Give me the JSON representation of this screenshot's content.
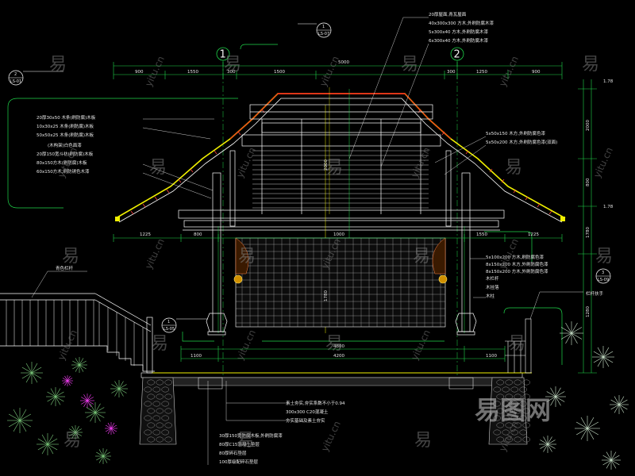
{
  "colors": {
    "green": "#1fd64a",
    "yellow": "#f0f000",
    "red": "#ff2020",
    "white": "#ffffff",
    "cyan": "#00e0e0",
    "magenta": "#ff40ff"
  },
  "axes": {
    "left": "1",
    "right": "2"
  },
  "dimensions": {
    "overall": "5000",
    "top_segments": [
      "900",
      "1550",
      "300",
      "1500",
      "300",
      "1250",
      "900"
    ],
    "bottom_segments": [
      "1225",
      "800",
      "1000",
      "1550",
      "1225"
    ],
    "base_overall": "4800",
    "base_inner": "4200",
    "base_left": "1100",
    "base_right": "1100",
    "vertical": [
      "2000",
      "1780",
      "800",
      "1280"
    ],
    "level_left": "1.78",
    "level_right": "1.78"
  },
  "section_tags": [
    {
      "num": "2",
      "ref": "LS-01"
    },
    {
      "num": "1",
      "ref": "LS-07"
    },
    {
      "num": "1",
      "ref": "LS-05"
    },
    {
      "num": "3",
      "ref": "LS-09"
    }
  ],
  "left_notes": [
    "20厚30x50 木条(刷防腐)木板",
    "10x30x25 木条(刷防腐)木板",
    "50x50x25 木条(刷防腐)木板",
    "(木构架)白色面漆",
    "20厚150宽斗枋(刷防腐)木板",
    "80x150方木(刷防腐)木板",
    "60x150方木,刷防锈色木漆"
  ],
  "top_notes": [
    "20厚屋面,青瓦屋面",
    "40x300x300 方木,外刷防腐木漆",
    "5x300x40 方木,外刷防腐木漆",
    "6x300x40 方木,外刷防腐木漆"
  ],
  "right_upper_notes": [
    "5x50x150 木方,外刷防腐色漆",
    "5x50x200 木方,外刷防腐色漆(双面)"
  ],
  "right_mid_notes": [
    "5x100x200 方木,刷防腐色漆",
    "8x150x200 木方,外刷防腐色漆",
    "8x150x200 方木,外刷防腐色漆",
    "木栏杆",
    "木挂落",
    "木柱"
  ],
  "right_label": "栏杆扶手",
  "left_label": "青色栏杆",
  "bottom_notes": [
    "素土夯实,夯实系数不小于0.94",
    "300x300 C20混凝土",
    "夯实基础及素土夯实"
  ],
  "base_notes": [
    "30厚150宽防腐木板,外刷防腐漆",
    "80厚C15混凝土垫层",
    "80厚碎石垫层",
    "100厚级配碎石垫层"
  ],
  "watermark": {
    "glyph": "易",
    "url": "yitu.cn",
    "logo": "易图网"
  }
}
